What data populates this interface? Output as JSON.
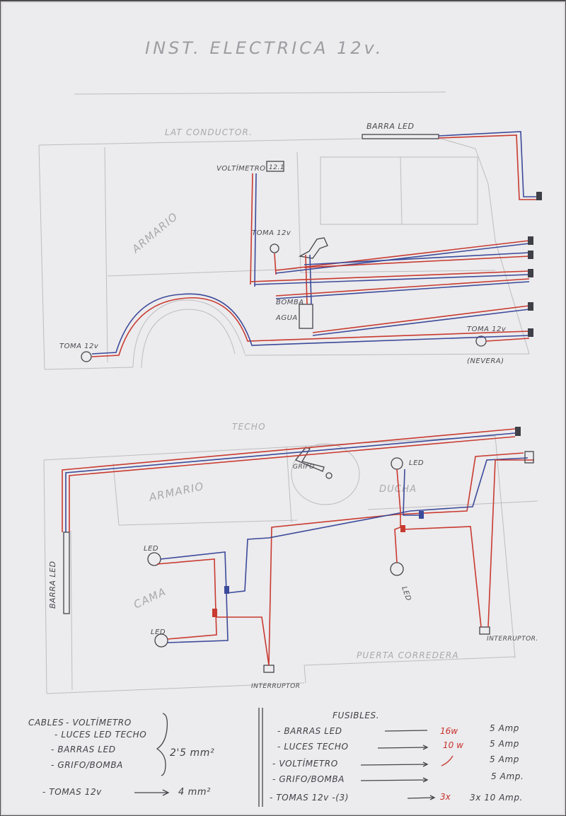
{
  "title": "INST. ELECTRICA 12v.",
  "top_view": {
    "side_label": "LAT CONDUCTOR.",
    "barra_led": "BARRA LED",
    "voltimetro": "VOLTÍMETRO",
    "voltimetro_reading": "12.1",
    "armario": "ARMARIO",
    "toma_upper": "TOMA 12v",
    "bomba_line1": "BOMBA",
    "bomba_line2": "AGUA",
    "toma_left": "TOMA 12v",
    "toma_right": "TOMA 12v",
    "nevera": "(NEVERA)"
  },
  "bottom_view": {
    "techo": "TECHO",
    "grifo": "GRIFO",
    "armario": "ARMARIO",
    "led_top_right": "LED",
    "led_bottom_right": "LED",
    "ducha": "DUCHA",
    "barra_led": "BARRA LED",
    "led_left_top": "LED",
    "led_left_bottom": "LED",
    "cama": "CAMA",
    "puerta": "PUERTA CORREDERA",
    "interruptor_bottom": "INTERRUPTOR",
    "interruptor_right": "INTERRUPTOR."
  },
  "cables": {
    "heading": "CABLES",
    "items": [
      "- VOLTÍMETRO",
      "- LUCES LED TECHO",
      "- BARRAS LED",
      "- GRIFO/BOMBA"
    ],
    "gauge": "2'5 mm²",
    "tomas": "- TOMAS 12v",
    "tomas_gauge": "4 mm²"
  },
  "fusibles": {
    "heading": "FUSIBLES.",
    "rows": [
      {
        "label": "- BARRAS LED",
        "note": "16w",
        "amp": "5 Amp"
      },
      {
        "label": "- LUCES TECHO",
        "note": "10 w",
        "amp": "5 Amp"
      },
      {
        "label": "- VOLTÍMETRO",
        "note": "",
        "amp": "5 Amp"
      },
      {
        "label": "- GRIFO/BOMBA",
        "note": "",
        "amp": "5 Amp."
      },
      {
        "label": "- TOMAS 12v -(3)",
        "note": "3x",
        "amp": "3x 10 Amp."
      }
    ]
  }
}
